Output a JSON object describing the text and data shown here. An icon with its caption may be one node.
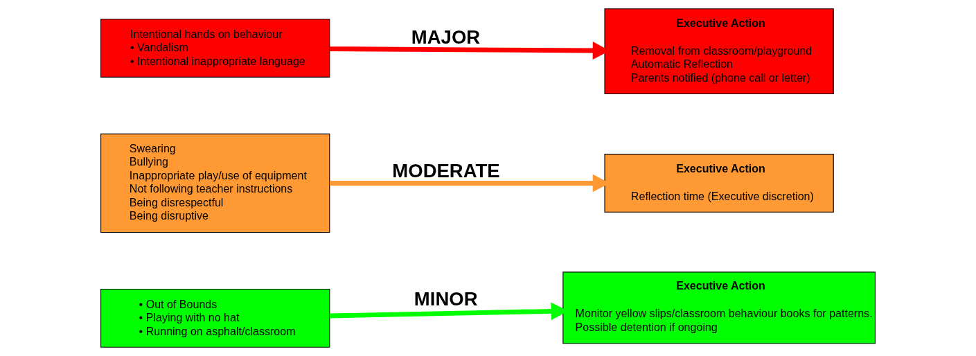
{
  "diagram": {
    "nodes": [
      {
        "text": [
          "Intentional hands on behaviour",
          "• Vandalism",
          "• Intentional inappropriate language"
        ]
      },
      {
        "text": [
          "Executive Action",
          "Removal from classroom/playground",
          "Automatic Reflection",
          "Parents notified (phone call or letter)"
        ]
      },
      {
        "text": [
          "Swearing",
          "Bullying",
          "Inappropriate play/use of equipment",
          "Not following teacher instructions",
          "Being disrespectful",
          "Being disruptive"
        ]
      },
      {
        "text": [
          "Executive Action",
          "Reflection time (Executive discretion)"
        ]
      },
      {
        "text": [
          "• Out of Bounds",
          "• Playing with no hat",
          "• Running on asphalt/classroom"
        ]
      },
      {
        "text": [
          "Executive Action",
          "Monitor yellow slips/classroom behaviour books for patterns.",
          "Possible detention if ongoing"
        ]
      }
    ],
    "edges": [
      {
        "from": 0,
        "to": 1,
        "arrow": "to",
        "label": "MAJOR",
        "color": "#ff0000"
      },
      {
        "from": 2,
        "to": 3,
        "arrow": "to",
        "label": "MODERATE",
        "color": "#ff9933"
      },
      {
        "from": 4,
        "to": 5,
        "arrow": "to",
        "label": "MINOR",
        "color": "#00ff00"
      }
    ]
  }
}
